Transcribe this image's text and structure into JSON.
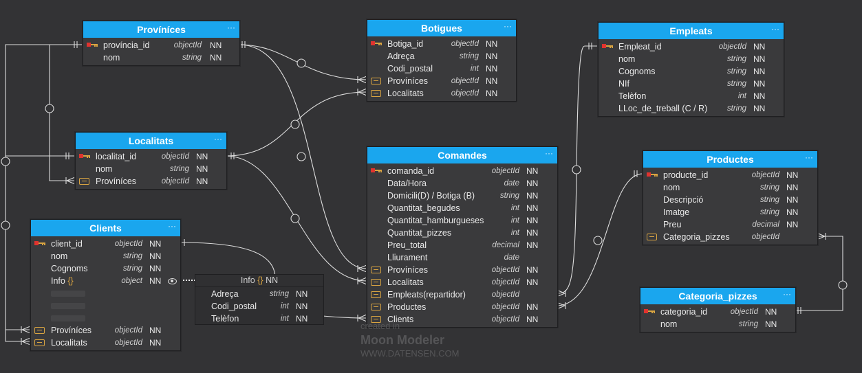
{
  "colors": {
    "header": "#1aa6ee",
    "background": "#333335",
    "line": "#dddddd",
    "fk": "#d9a441",
    "pk": "#e0332f"
  },
  "tables": {
    "provinices": {
      "title": "Províníces",
      "menu": "···",
      "rows": [
        {
          "icon": "pk",
          "name": "província_id",
          "type": "objectId",
          "nn": "NN"
        },
        {
          "icon": "",
          "name": "nom",
          "type": "string",
          "nn": "NN"
        }
      ]
    },
    "botigues": {
      "title": "Botigues",
      "menu": "···",
      "rows": [
        {
          "icon": "pk",
          "name": "Botiga_id",
          "type": "objectId",
          "nn": "NN"
        },
        {
          "icon": "",
          "name": "Adreça",
          "type": "string",
          "nn": "NN"
        },
        {
          "icon": "",
          "name": "Codi_postal",
          "type": "int",
          "nn": "NN"
        },
        {
          "icon": "fk",
          "name": "Províníces",
          "type": "objectId",
          "nn": "NN"
        },
        {
          "icon": "fk",
          "name": "Localitats",
          "type": "objectId",
          "nn": "NN"
        }
      ]
    },
    "empleats": {
      "title": "Empleats",
      "menu": "···",
      "rows": [
        {
          "icon": "pk",
          "name": "Empleat_id",
          "type": "objectId",
          "nn": "NN"
        },
        {
          "icon": "",
          "name": "nom",
          "type": "string",
          "nn": "NN"
        },
        {
          "icon": "",
          "name": "Cognoms",
          "type": "string",
          "nn": "NN"
        },
        {
          "icon": "",
          "name": "NIf",
          "type": "string",
          "nn": "NN"
        },
        {
          "icon": "",
          "name": "Telèfon",
          "type": "int",
          "nn": "NN"
        },
        {
          "icon": "",
          "name": "LLoc_de_treball (C / R)",
          "type": "string",
          "nn": "NN"
        }
      ]
    },
    "localitats": {
      "title": "Localitats",
      "menu": "···",
      "rows": [
        {
          "icon": "pk",
          "name": "localitat_id",
          "type": "objectId",
          "nn": "NN"
        },
        {
          "icon": "",
          "name": "nom",
          "type": "string",
          "nn": "NN"
        },
        {
          "icon": "fk",
          "name": "Províníces",
          "type": "objectId",
          "nn": "NN"
        }
      ]
    },
    "comandes": {
      "title": "Comandes",
      "menu": "···",
      "rows": [
        {
          "icon": "pk",
          "name": "comanda_id",
          "type": "objectId",
          "nn": "NN"
        },
        {
          "icon": "",
          "name": "Data/Hora",
          "type": "date",
          "nn": "NN"
        },
        {
          "icon": "",
          "name": "Domicili(D) / Botiga (B)",
          "type": "string",
          "nn": "NN"
        },
        {
          "icon": "",
          "name": "Quantitat_begudes",
          "type": "int",
          "nn": "NN"
        },
        {
          "icon": "",
          "name": "Quantitat_hamburgueses",
          "type": "int",
          "nn": "NN"
        },
        {
          "icon": "",
          "name": "Quantitat_pizzes",
          "type": "int",
          "nn": "NN"
        },
        {
          "icon": "",
          "name": "Preu_total",
          "type": "decimal",
          "nn": "NN"
        },
        {
          "icon": "",
          "name": "Lliurament",
          "type": "date",
          "nn": ""
        },
        {
          "icon": "fk",
          "name": "Províníces",
          "type": "objectId",
          "nn": "NN"
        },
        {
          "icon": "fk",
          "name": "Localitats",
          "type": "objectId",
          "nn": "NN"
        },
        {
          "icon": "fk",
          "name": "Empleats(repartidor)",
          "type": "objectId",
          "nn": ""
        },
        {
          "icon": "fk",
          "name": "Productes",
          "type": "objectId",
          "nn": "NN"
        },
        {
          "icon": "fk",
          "name": "Clients",
          "type": "objectId",
          "nn": "NN"
        }
      ]
    },
    "productes": {
      "title": "Productes",
      "menu": "···",
      "rows": [
        {
          "icon": "pk",
          "name": "producte_id",
          "type": "objectId",
          "nn": "NN"
        },
        {
          "icon": "",
          "name": "nom",
          "type": "string",
          "nn": "NN"
        },
        {
          "icon": "",
          "name": "Descripció",
          "type": "string",
          "nn": "NN"
        },
        {
          "icon": "",
          "name": "Imatge",
          "type": "string",
          "nn": "NN"
        },
        {
          "icon": "",
          "name": "Preu",
          "type": "decimal",
          "nn": "NN"
        },
        {
          "icon": "fk",
          "name": "Categoria_pizzes",
          "type": "objectId",
          "nn": ""
        }
      ]
    },
    "clients": {
      "title": "Clients",
      "menu": "···",
      "rows": [
        {
          "icon": "pk",
          "name": "client_id",
          "type": "objectId",
          "nn": "NN"
        },
        {
          "icon": "",
          "name": "nom",
          "type": "string",
          "nn": "NN"
        },
        {
          "icon": "",
          "name": "Cognoms",
          "type": "string",
          "nn": "NN"
        },
        {
          "icon": "",
          "name": "Info",
          "brace": "{}",
          "type": "object",
          "nn": "NN",
          "eye": true
        },
        {
          "icon": "placeholder",
          "name": "",
          "type": "",
          "nn": ""
        },
        {
          "icon": "placeholder",
          "name": "",
          "type": "",
          "nn": ""
        },
        {
          "icon": "placeholder",
          "name": "",
          "type": "",
          "nn": ""
        },
        {
          "icon": "fk",
          "name": "Províníces",
          "type": "objectId",
          "nn": "NN"
        },
        {
          "icon": "fk",
          "name": "Localitats",
          "type": "objectId",
          "nn": "NN"
        }
      ]
    },
    "categoria": {
      "title": "Categoria_pizzes",
      "menu": "···",
      "rows": [
        {
          "icon": "pk",
          "name": "categoria_id",
          "type": "objectId",
          "nn": "NN"
        },
        {
          "icon": "",
          "name": "nom",
          "type": "string",
          "nn": "NN"
        }
      ]
    }
  },
  "info": {
    "title": "Info",
    "brace": "{}",
    "nn": "NN",
    "rows": [
      {
        "name": "Adreça",
        "type": "string",
        "nn": "NN"
      },
      {
        "name": "Codi_postal",
        "type": "int",
        "nn": "NN"
      },
      {
        "name": "Telèfon",
        "type": "int",
        "nn": "NN"
      }
    ]
  },
  "watermark": {
    "line1": "created in",
    "line2": "Moon Modeler",
    "line3": "WWW.DATENSEN.COM"
  }
}
